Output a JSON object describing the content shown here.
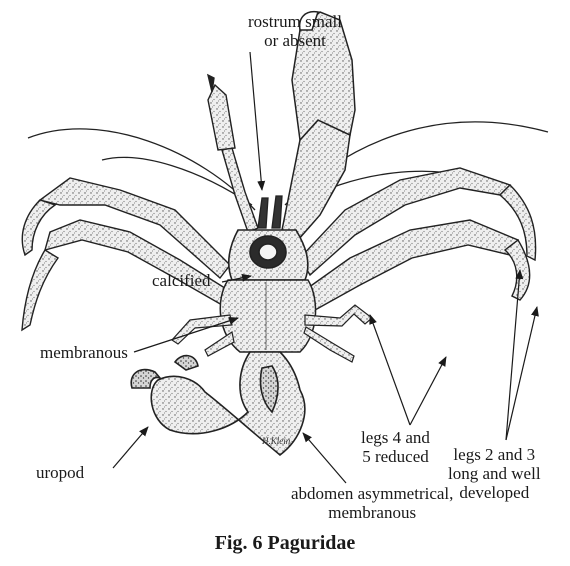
{
  "labels": {
    "rostrum_line1": "rostrum small",
    "rostrum_line2": "or absent",
    "calcified": "calcified",
    "membranous": "membranous",
    "uropod": "uropod",
    "legs45_line1": "legs 4 and",
    "legs45_line2": "5 reduced",
    "legs23_line1": "legs 2 and 3",
    "legs23_line2": "long and well",
    "legs23_line3": "developed",
    "abdomen_line1": "abdomen asymmetrical,",
    "abdomen_line2": "membranous"
  },
  "caption": "Fig. 6  Paguridae",
  "artist_signature": "H.Klein",
  "colors": {
    "ink": "#1a1a1a",
    "shell": "#e9e9e9",
    "shade": "#cfcfcf"
  }
}
